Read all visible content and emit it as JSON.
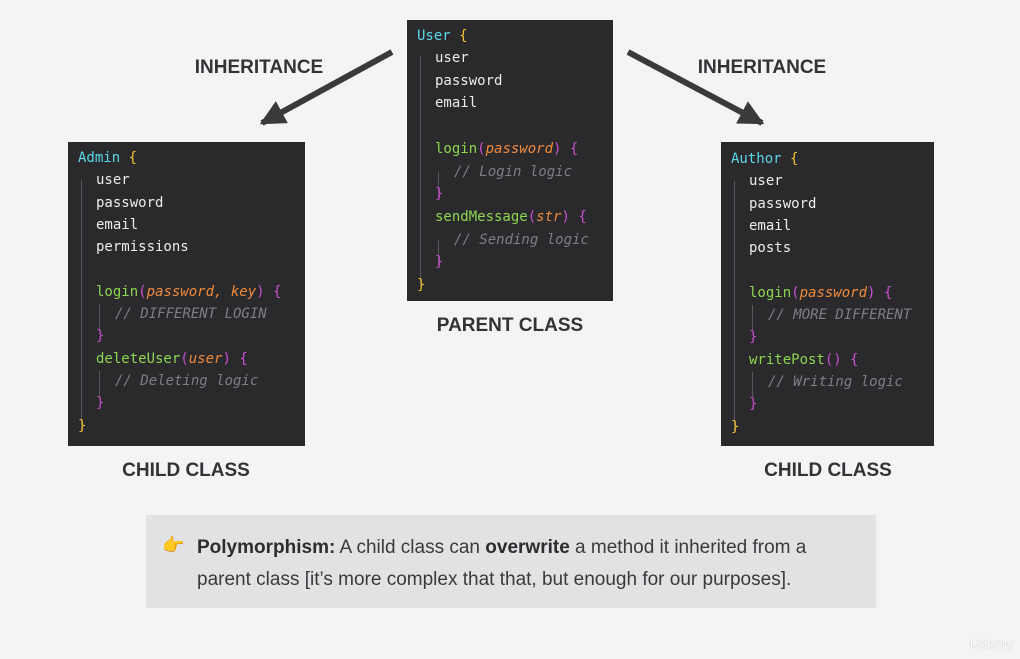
{
  "parent": {
    "label": "PARENT CLASS",
    "class_name": "User",
    "props": [
      "user",
      "password",
      "email"
    ],
    "m1_name": "login",
    "m1_params": "password",
    "m1_comment": "// Login logic",
    "m2_name": "sendMessage",
    "m2_params": "str",
    "m2_comment": "// Sending logic"
  },
  "admin": {
    "label": "CHILD CLASS",
    "class_name": "Admin",
    "props": [
      "user",
      "password",
      "email",
      "permissions"
    ],
    "m1_name": "login",
    "m1_params": "password, key",
    "m1_comment": "// DIFFERENT LOGIN",
    "m2_name": "deleteUser",
    "m2_params": "user",
    "m2_comment": "// Deleting logic"
  },
  "author": {
    "label": "CHILD CLASS",
    "class_name": "Author",
    "props": [
      "user",
      "password",
      "email",
      "posts"
    ],
    "m1_name": "login",
    "m1_params": "password",
    "m1_comment": "// MORE DIFFERENT",
    "m2_name": "writePost",
    "m2_params": "",
    "m2_comment": "// Writing logic"
  },
  "inheritance_left": "INHERITANCE",
  "inheritance_right": "INHERITANCE",
  "note": {
    "icon": "pointing-hand-icon",
    "term": "Polymorphism:",
    "text_a": " A child class can ",
    "emphasis": "overwrite",
    "text_b": " a method it inherited from a parent class [it’s more complex that that, but enough for our purposes]."
  },
  "watermark": "Udemy",
  "colors": {
    "background": "#f4f3f5",
    "code_bg": "#2a2a2d",
    "class_name": "#5cd7e8",
    "class_brace": "#f4c32b",
    "method_name": "#8ed64f",
    "method_brace": "#cc4fd1",
    "param": "#f08a3a",
    "comment": "#7e7e83",
    "note_bg": "#e2e1e3",
    "arrow": "#3a3a3a"
  }
}
